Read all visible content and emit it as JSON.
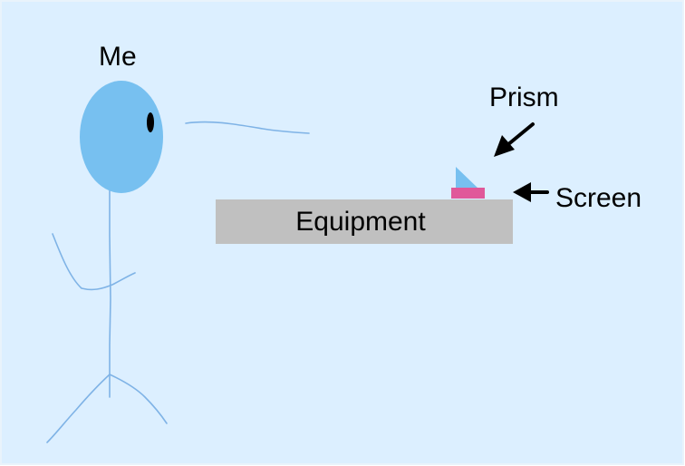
{
  "diagram": {
    "labels": {
      "me": "Me",
      "prism": "Prism",
      "screen": "Screen",
      "equipment": "Equipment"
    },
    "colors": {
      "background": "#dcefff",
      "border": "#e9f3fb",
      "head": "#77c0f0",
      "stick_figure": "#7fb3e6",
      "equipment": "#c0c0c0",
      "prism": "#77c0f0",
      "screen": "#e0589a",
      "arrow": "#000000"
    },
    "icons": {
      "prism_arrow": "arrow-down-left",
      "screen_arrow": "arrow-left"
    }
  }
}
